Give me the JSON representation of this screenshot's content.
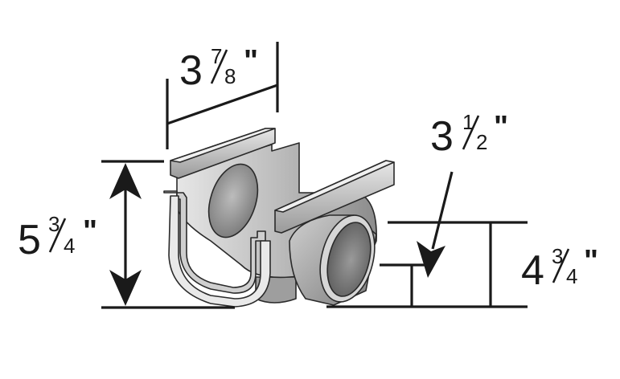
{
  "dimensions": {
    "top_width": {
      "whole": "3",
      "num": "7",
      "den": "8",
      "unit": "\""
    },
    "overall_height": {
      "whole": "5",
      "num": "3",
      "den": "4",
      "unit": "\""
    },
    "outlet_diameter": {
      "whole": "3",
      "num": "1",
      "den": "2",
      "unit": "\""
    },
    "outlet_height": {
      "whole": "4",
      "num": "3",
      "den": "4",
      "unit": "\""
    }
  },
  "colors": {
    "ink": "#1a1a1a",
    "metal_light": "#d9d9d9",
    "metal_mid": "#a6a6a6",
    "metal_dark": "#6e6e6e"
  }
}
